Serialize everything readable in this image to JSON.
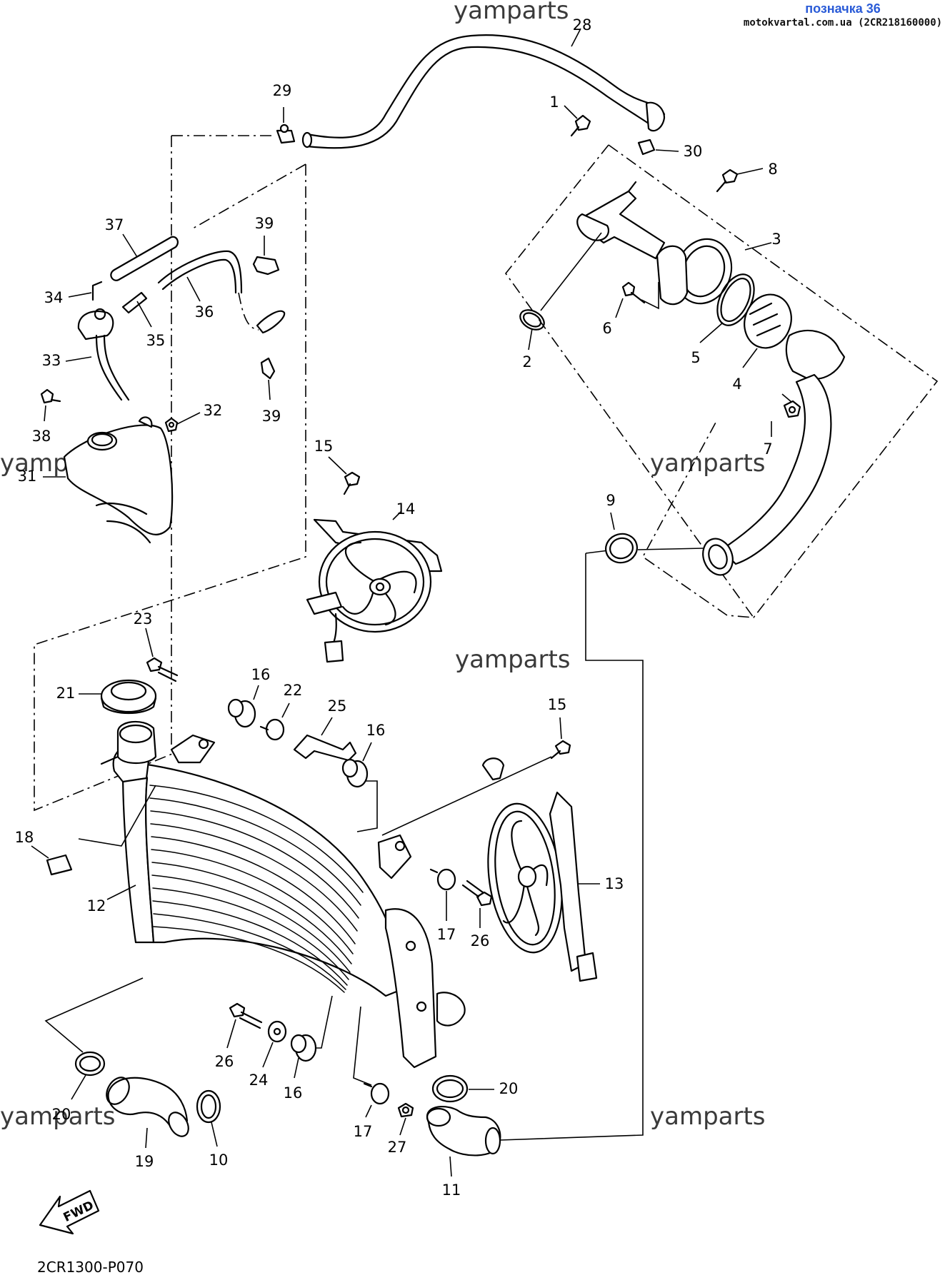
{
  "marker": {
    "title": "позначка 36",
    "subtitle": "motokvartal.com.ua (2CR218160000)"
  },
  "watermark": "yamparts",
  "diagram_code": "2CR1300-P070",
  "fwd_label": "FWD",
  "callouts": {
    "c1": "1",
    "c2": "2",
    "c3": "3",
    "c4": "4",
    "c5": "5",
    "c6": "6",
    "c7": "7",
    "c8": "8",
    "c9": "9",
    "c10": "10",
    "c11": "11",
    "c12": "12",
    "c13": "13",
    "c14": "14",
    "c15": "15",
    "c16": "16",
    "c17": "17",
    "c18": "18",
    "c19": "19",
    "c20": "20",
    "c21": "21",
    "c22": "22",
    "c23": "23",
    "c24": "24",
    "c25": "25",
    "c26": "26",
    "c27": "27",
    "c28": "28",
    "c29": "29",
    "c30": "30",
    "c31": "31",
    "c32": "32",
    "c33": "33",
    "c34": "34",
    "c35": "35",
    "c36": "36",
    "c37": "37",
    "c38": "38",
    "c39": "39"
  }
}
